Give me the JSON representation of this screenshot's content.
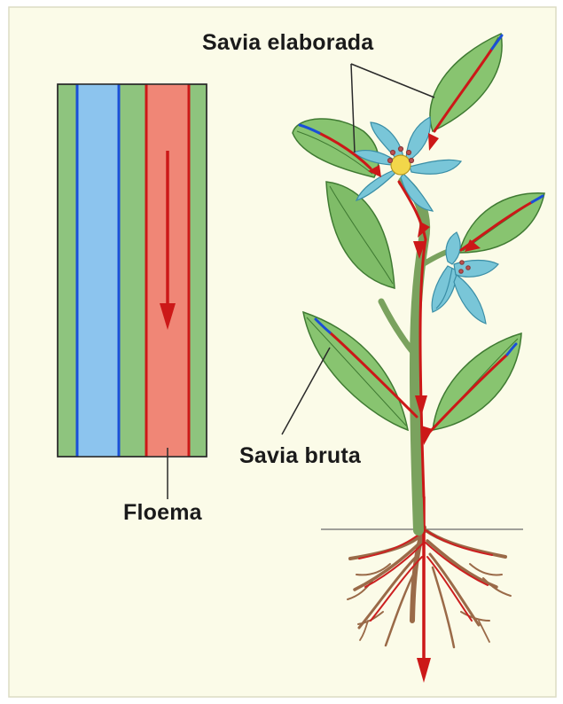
{
  "labels": {
    "savia_elaborada": "Savia elaborada",
    "savia_bruta": "Savia bruta",
    "floema": "Floema"
  },
  "colors": {
    "background": "#fbfbe8",
    "tissue_green": "#8ec47e",
    "xylem_blue": "#8cc4ee",
    "xylem_line": "#1a4fd8",
    "phloem_red": "#f08676",
    "phloem_line": "#cc1818",
    "leaf_green": "#88c470",
    "leaf_dark": "#4e8a3c",
    "flower_blue": "#79c6d8",
    "root_brown": "#9a6a48"
  },
  "icons": [
    "phloem-flow-arrow",
    "sap-flow-arrow"
  ]
}
